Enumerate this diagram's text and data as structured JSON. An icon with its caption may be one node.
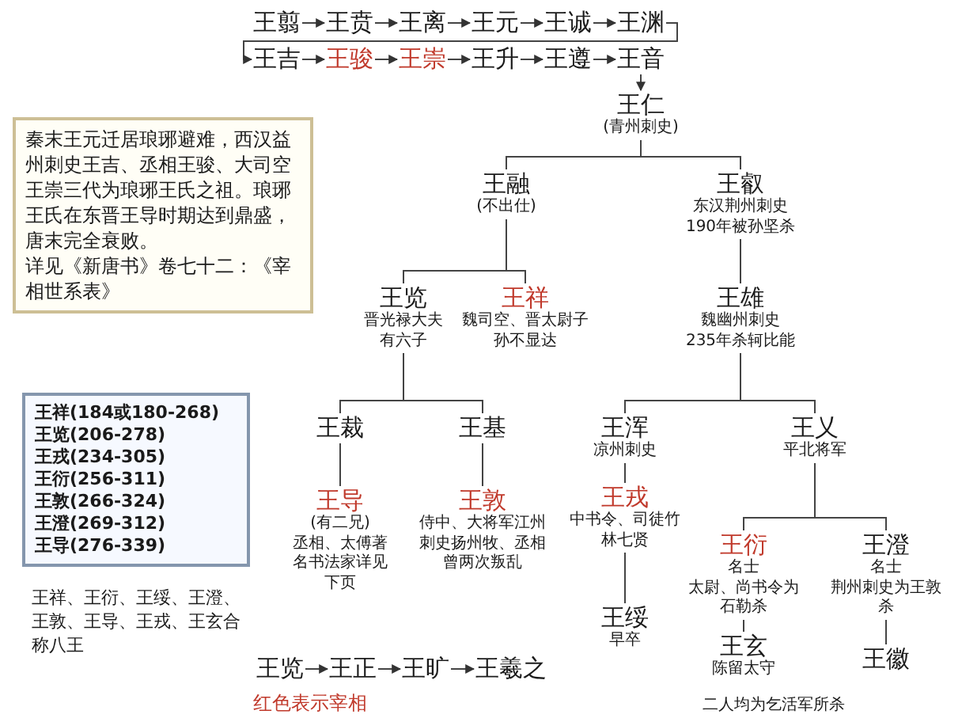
{
  "diagram": {
    "nodes": [
      {
        "text": [
          "王翦"
        ]
      },
      {
        "text": [
          "王贲"
        ]
      },
      {
        "text": [
          "王离"
        ]
      },
      {
        "text": [
          "王元"
        ]
      },
      {
        "text": [
          "王诚"
        ]
      },
      {
        "text": [
          "王渊"
        ]
      },
      {
        "text": [
          "王吉"
        ]
      },
      {
        "text": [
          "王骏"
        ]
      },
      {
        "text": [
          "王崇"
        ]
      },
      {
        "text": [
          "王升"
        ]
      },
      {
        "text": [
          "王遵"
        ]
      },
      {
        "text": [
          "王音"
        ]
      },
      {
        "text": [
          "王仁",
          "(青州刺史)"
        ]
      },
      {
        "text": [
          "王融",
          "(不出仕)"
        ]
      },
      {
        "text": [
          "王叡",
          "东汉荆州刺史",
          "190年被孙坚杀"
        ]
      },
      {
        "text": [
          "王览",
          "晋光禄大夫有六子"
        ]
      },
      {
        "text": [
          "王祥",
          "魏司空、晋太尉子孙不显达"
        ]
      },
      {
        "text": [
          "王雄",
          "魏幽州刺史",
          "235年杀轲比能"
        ]
      },
      {
        "text": [
          "王裁"
        ]
      },
      {
        "text": [
          "王基"
        ]
      },
      {
        "text": [
          "王导",
          "(有二兄)",
          "丞相、太傅著名书法家详见下页"
        ]
      },
      {
        "text": [
          "王敦",
          "侍中、大将军江州刺史扬州牧、丞相曾两次叛乱"
        ]
      },
      {
        "text": [
          "王浑",
          "凉州刺史"
        ]
      },
      {
        "text": [
          "王乂",
          "平北将军"
        ]
      },
      {
        "text": [
          "王戎",
          "中书令、司徒竹林七贤"
        ]
      },
      {
        "text": [
          "王衍",
          "名士",
          "太尉、尚书令为石勒杀"
        ]
      },
      {
        "text": [
          "王澄",
          "名士",
          "荆州刺史为王敦杀"
        ]
      },
      {
        "text": [
          "王绥",
          "早卒"
        ]
      },
      {
        "text": [
          "王玄",
          "陈留太守"
        ]
      },
      {
        "text": [
          "王徽"
        ]
      },
      {
        "text": [
          "王览"
        ]
      },
      {
        "text": [
          "王正"
        ]
      },
      {
        "text": [
          "王旷"
        ]
      },
      {
        "text": [
          "王羲之"
        ]
      },
      {
        "text": [
          "秦末王元迁居琅琊避难，西汉益州刺史王吉、丞相王骏、大司空王崇三代为琅琊王氏之祖。琅琊王氏在东晋王导时期达到鼎盛，唐末完全衰败。",
          "详见《新唐书》卷七十二：《宰相世系表》"
        ]
      },
      {
        "text": [
          "王祥(184或180-268)",
          "王览(206-278)",
          "王戎(234-305)",
          "王衍(256-311)",
          "王敦(266-324)",
          "王澄(269-312)",
          "王导(276-339)"
        ]
      },
      {
        "text": [
          "王祥、王衍、王绥、王澄、王敦、王导、王戎、王玄合称八王"
        ]
      }
    ],
    "edges": [
      {
        "from": 0,
        "to": 1,
        "arrow": "to"
      },
      {
        "from": 1,
        "to": 2,
        "arrow": "to"
      },
      {
        "from": 2,
        "to": 3,
        "arrow": "to"
      },
      {
        "from": 3,
        "to": 4,
        "arrow": "to"
      },
      {
        "from": 4,
        "to": 5,
        "arrow": "to"
      },
      {
        "from": 5,
        "to": 6,
        "arrow": "to"
      },
      {
        "from": 6,
        "to": 7,
        "arrow": "to"
      },
      {
        "from": 7,
        "to": 8,
        "arrow": "to"
      },
      {
        "from": 8,
        "to": 9,
        "arrow": "to"
      },
      {
        "from": 9,
        "to": 10,
        "arrow": "to"
      },
      {
        "from": 10,
        "to": 11,
        "arrow": "to"
      },
      {
        "from": 11,
        "to": 12,
        "arrow": "to"
      },
      {
        "from": 12,
        "to": 13,
        "arrow": "none"
      },
      {
        "from": 12,
        "to": 14,
        "arrow": "none"
      },
      {
        "from": 13,
        "to": 15,
        "arrow": "none"
      },
      {
        "from": 13,
        "to": 16,
        "arrow": "none"
      },
      {
        "from": 14,
        "to": 17,
        "arrow": "none"
      },
      {
        "from": 15,
        "to": 18,
        "arrow": "none"
      },
      {
        "from": 15,
        "to": 19,
        "arrow": "none"
      },
      {
        "from": 18,
        "to": 20,
        "arrow": "none"
      },
      {
        "from": 19,
        "to": 21,
        "arrow": "none"
      },
      {
        "from": 17,
        "to": 22,
        "arrow": "none"
      },
      {
        "from": 17,
        "to": 23,
        "arrow": "none"
      },
      {
        "from": 22,
        "to": 24,
        "arrow": "none"
      },
      {
        "from": 23,
        "to": 25,
        "arrow": "none"
      },
      {
        "from": 23,
        "to": 26,
        "arrow": "none"
      },
      {
        "from": 24,
        "to": 27,
        "arrow": "none"
      },
      {
        "from": 25,
        "to": 28,
        "arrow": "none"
      },
      {
        "from": 26,
        "to": 29,
        "arrow": "none"
      },
      {
        "from": 30,
        "to": 31,
        "arrow": "to"
      },
      {
        "from": 31,
        "to": 32,
        "arrow": "to"
      },
      {
        "from": 32,
        "to": 33,
        "arrow": "to"
      }
    ],
    "labels": [
      "二人均为乞活军所杀",
      "红色表示宰相"
    ]
  }
}
